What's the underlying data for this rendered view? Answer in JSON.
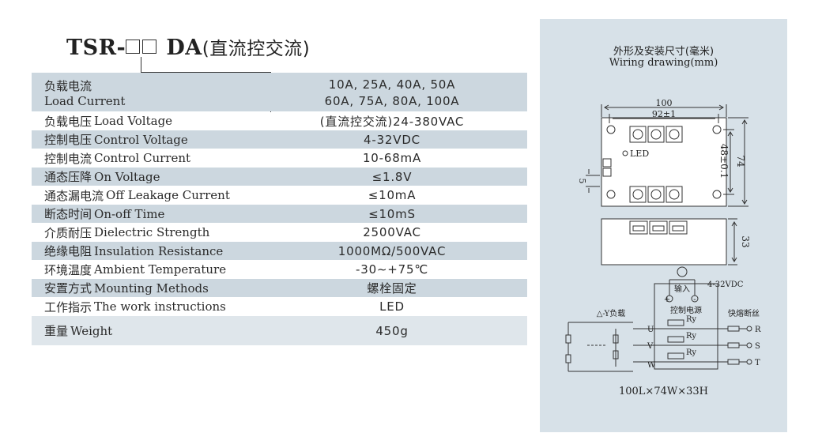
{
  "title": {
    "model": "TSR-",
    "suffix": "DA",
    "cn": "(直流控交流)"
  },
  "specs": {
    "load_current": {
      "cn": "负载电流",
      "en": "Load Current",
      "v1": "10A, 25A, 40A, 50A",
      "v2": "60A, 75A, 80A, 100A"
    },
    "rows": [
      {
        "cn": "负载电压",
        "en": "Load Voltage",
        "value": "(直流控交流)24-380VAC"
      },
      {
        "cn": "控制电压",
        "en": "Control Voltage",
        "value": "4-32VDC"
      },
      {
        "cn": "控制电流",
        "en": "Control Current",
        "value": "10-68mA"
      },
      {
        "cn": "通态压降",
        "en": "On Voltage",
        "value": "≤1.8V"
      },
      {
        "cn": "通态漏电流",
        "en": "Off Leakage Current",
        "value": "≤10mA"
      },
      {
        "cn": "断态时间",
        "en": "On-off Time",
        "value": "≤10mS"
      },
      {
        "cn": "介质耐压",
        "en": "Dielectric Strength",
        "value": "2500VAC"
      },
      {
        "cn": "绝缘电阻",
        "en": "Insulation Resistance",
        "value": "1000MΩ/500VAC"
      },
      {
        "cn": "环境温度",
        "en": "Ambient Temperature",
        "value": "-30∼+75℃"
      },
      {
        "cn": "安置方式",
        "en": "Mounting Methods",
        "value": "螺栓固定"
      },
      {
        "cn": "工作指示",
        "en": "The work instructions",
        "value": "LED"
      },
      {
        "cn": "重量",
        "en": "Weight",
        "value": "450g"
      }
    ]
  },
  "drawing": {
    "title_cn": "外形及安装尺寸(毫米)",
    "title_en": "Wiring drawing(mm)",
    "dim_100": "100",
    "dim_92": "92±1",
    "dim_48": "48±0.1",
    "dim_74": "74",
    "dim_5": "5",
    "dim_33": "33",
    "led": "LED",
    "input_cn": "输入",
    "vdc": "4-32VDC",
    "load_cn": "△-Y负载",
    "ctrl_cn": "控制电源",
    "fuse_cn": "快熔断丝",
    "ry": "Ry",
    "phases_left": [
      "U",
      "V",
      "W"
    ],
    "phases_right": [
      "R",
      "S",
      "T"
    ],
    "plus": "+",
    "minus": "-",
    "dimensions": "100L×74W×33H"
  }
}
